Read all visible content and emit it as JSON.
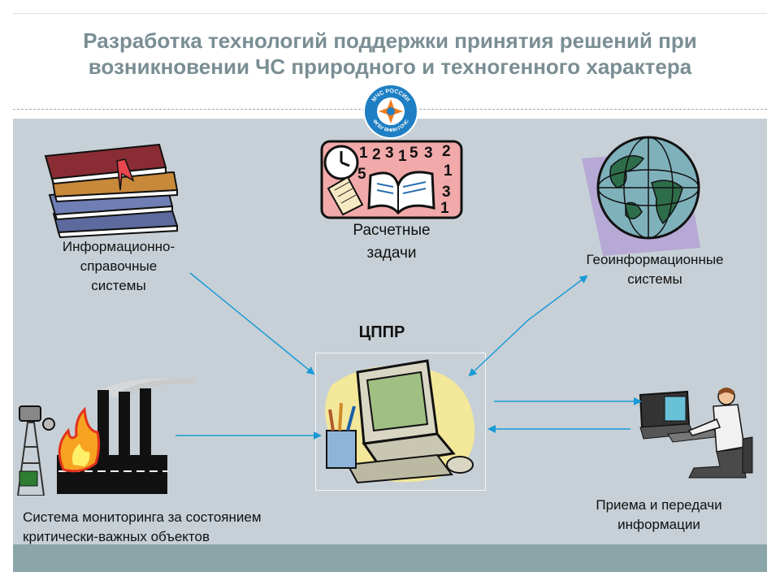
{
  "slide": {
    "title_line1": "Разработка технологий поддержки принятия решений при",
    "title_line2": "возникновении ЧС природного и техногенного характера"
  },
  "emblem": {
    "text_top": "МЧС РОССИИ",
    "text_bottom": "ФГБУ ВНИИ ГОЧС"
  },
  "nodes": {
    "info_systems": {
      "line1": "Информационно-",
      "line2": "справочные",
      "line3": "системы"
    },
    "calc_tasks": {
      "line1": "Расчетные",
      "line2": "задачи"
    },
    "geo_systems": {
      "line1": "Геоинформационные",
      "line2": "системы"
    },
    "center": {
      "label": "ЦППР"
    },
    "monitoring": {
      "line1": "Система мониторинга за состоянием",
      "line2": "критически-важных объектов"
    },
    "transfer": {
      "line1": "Приема и передачи",
      "line2": "информации"
    }
  },
  "calc_icon_digits": [
    "1",
    "2",
    "3",
    "1",
    "5",
    "3",
    "2",
    "5",
    "1",
    "3",
    "1"
  ],
  "colors": {
    "title": "#7a8e94",
    "main_bg": "#c7d0d6",
    "footer_bg": "#8aa6a9",
    "arrow": "#1a9ad6"
  }
}
